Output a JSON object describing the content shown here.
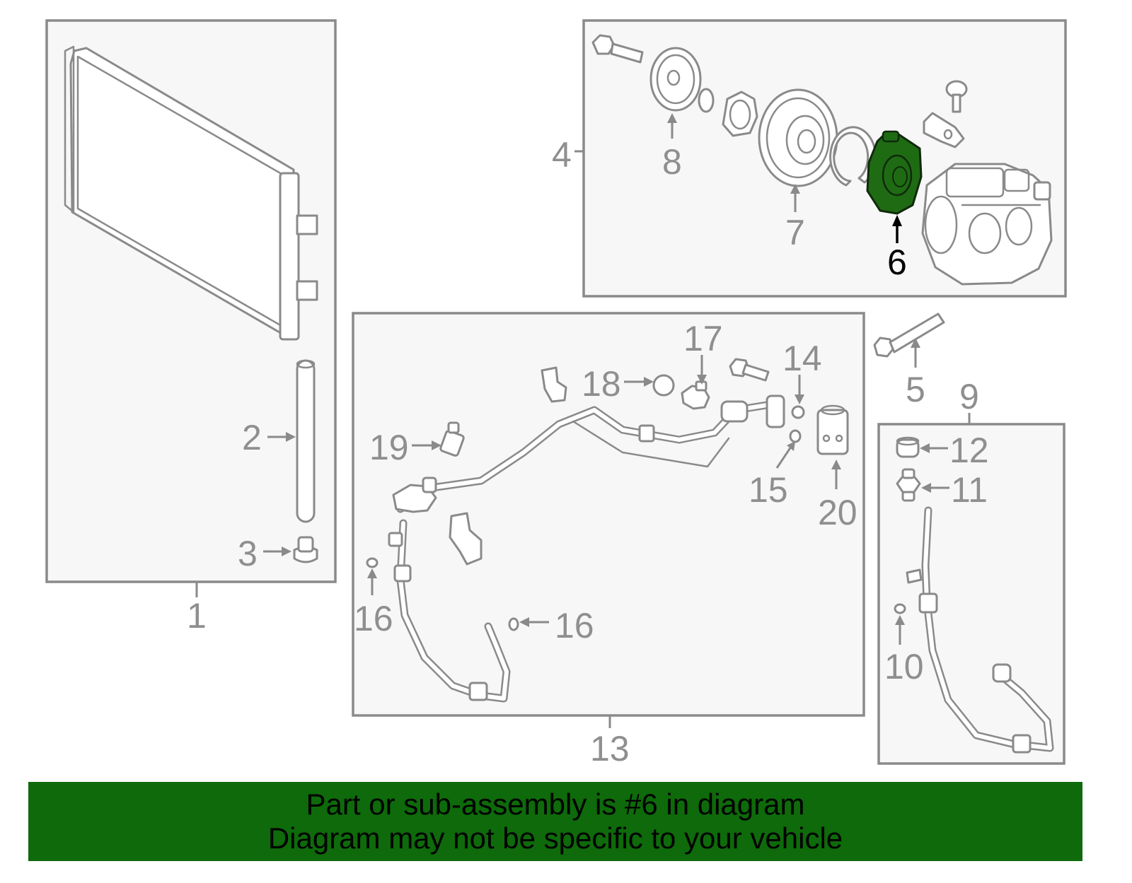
{
  "callouts": {
    "c1": "1",
    "c2": "2",
    "c3": "3",
    "c4": "4",
    "c5": "5",
    "c6": "6",
    "c7": "7",
    "c8": "8",
    "c9": "9",
    "c10": "10",
    "c11": "11",
    "c12": "12",
    "c13": "13",
    "c14": "14",
    "c15": "15",
    "c16a": "16",
    "c16b": "16",
    "c17": "17",
    "c18": "18",
    "c19": "19",
    "c20": "20"
  },
  "highlight": {
    "part": "6",
    "color": "#1f6b14"
  },
  "banner": {
    "line1": "Part or sub-assembly is #6 in diagram",
    "line2": "Diagram may not be specific to your vehicle",
    "background": "#0e6a0a"
  }
}
